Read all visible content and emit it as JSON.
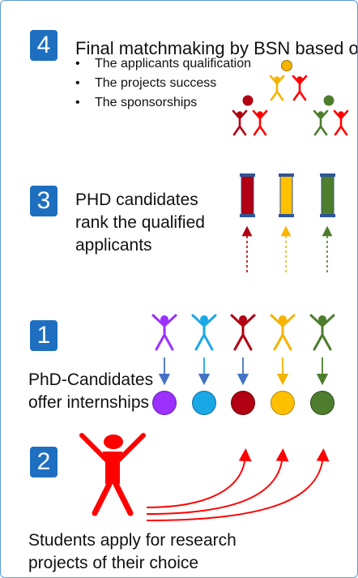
{
  "steps": {
    "step4": {
      "number": "4",
      "title": "Final matchmaking by BSN based on",
      "bullets": [
        "The applicants qualification",
        "The projects success",
        "The sponsorships"
      ]
    },
    "step3": {
      "number": "3",
      "lines": [
        "PHD candidates",
        "rank the qualified",
        "applicants"
      ]
    },
    "step1": {
      "number": "1",
      "lines": [
        "PhD-Candidates",
        "offer internships"
      ]
    },
    "step2": {
      "number": "2",
      "lines": [
        "Students apply for research",
        "projects of their choice"
      ]
    }
  },
  "colors": {
    "badge": "#1f6fc0",
    "border": "#5b9bd5",
    "purple": "#9b30ff",
    "cyan": "#1aa7e6",
    "dark_red": "#b00012",
    "gold": "#f5b400",
    "green": "#4e7d2e",
    "red": "#ff0000",
    "arrow_blue": "#4472c4"
  },
  "icons": {
    "person": "stick-figure-icon",
    "ranking": "ranking-column-icon",
    "circle": "project-circle-icon"
  }
}
